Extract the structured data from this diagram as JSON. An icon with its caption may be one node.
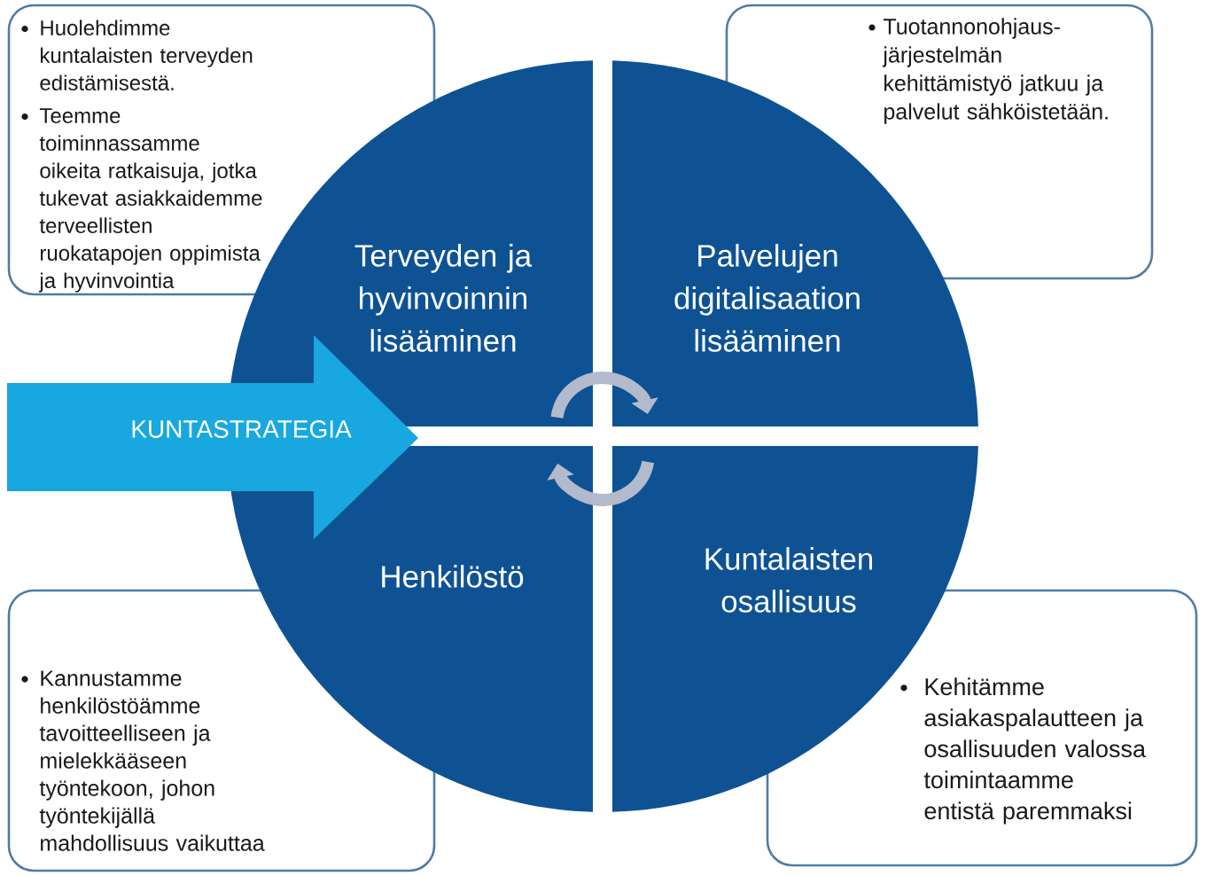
{
  "diagram": {
    "nodes": [
      {
        "text": [
          "Huolehdimme kuntalaisten terveyden edistämisestä.",
          "Teemme toiminnassamme oikeita ratkaisuja, jotka tukevat asiakkaidemme terveellisten ruokatapojen oppimista ja hyvinvointia"
        ]
      },
      {
        "text": [
          "Tuotannonohjaus-järjestelmän kehittämistyö jatkuu ja palvelut sähköistetään."
        ]
      },
      {
        "text": [
          "Terveyden ja hyvinvoinnin lisääminen"
        ]
      },
      {
        "text": [
          "Palvelujen digitalisaation lisääminen"
        ]
      },
      {
        "text": [
          "KUNTASTRATEGIA"
        ]
      },
      {
        "text": [
          "Henkilöstö"
        ]
      },
      {
        "text": [
          "Kuntalaisten osallisuus"
        ]
      },
      {
        "text": [
          "Kannustamme henkilöstöämme tavoitteelliseen ja mielekkääseen työntekoon, johon työntekijällä mahdollisuus vaikuttaa"
        ]
      },
      {
        "text": [
          "Kehitämme asiakaspalautteen ja osallisuuden valossa toimintaamme entistä paremmaksi"
        ]
      }
    ],
    "edges": [
      {
        "from": 2,
        "to": 3,
        "arrow": "to"
      },
      {
        "from": 6,
        "to": 5,
        "arrow": "to"
      }
    ]
  }
}
